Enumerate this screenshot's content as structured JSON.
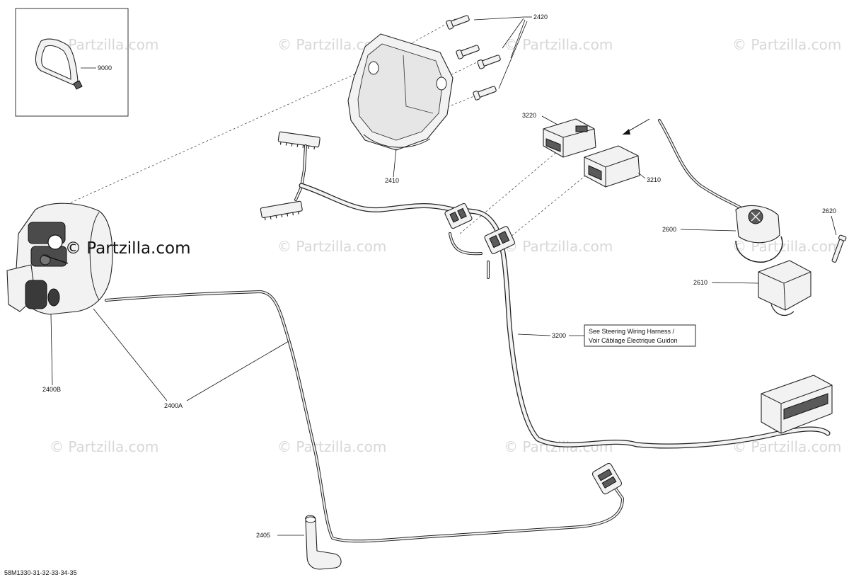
{
  "watermark": "© Partzilla.com",
  "brand_overlay": "© Partzilla.com",
  "figure_code": "58M1330-31-32-33-34-35",
  "note": {
    "line1": "See Steering Wiring Harness /",
    "line2": "Voir Câblage Électrique Guidon"
  },
  "parts": {
    "p9000": "9000",
    "p2420": "2420",
    "p2410": "2410",
    "p3220": "3220",
    "p3210": "3210",
    "p2620": "2620",
    "p2600": "2600",
    "p2610": "2610",
    "p3200": "3200",
    "p2400B": "2400B",
    "p2400A": "2400A",
    "p2405": "2405"
  }
}
